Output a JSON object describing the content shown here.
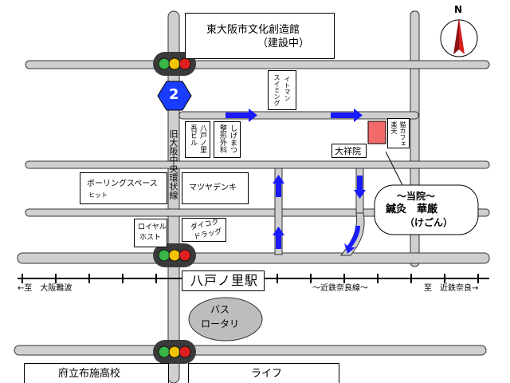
{
  "buildings": {
    "culture_center": {
      "line1": "東大阪市文化創造館",
      "line2": "（建設中）"
    },
    "bowling": {
      "line1": "ボーリングスペース",
      "line2": "ヒット"
    },
    "matsuya_denki": "マツヤデンキ",
    "royal_host": {
      "line1": "ロイヤル",
      "line2": "ホスト"
    },
    "daikoku_drug": {
      "line1": "ダイコク",
      "line2": "ドラッグ"
    },
    "itoman_sports": {
      "line1": "イトマン",
      "line2": "スイミング"
    },
    "hachinosato_bldg": {
      "line1": "八戸ノ里",
      "line2": "吾ビル"
    },
    "shigematsu_clinic": {
      "line1": "しげまつ",
      "line2": "整形外科"
    },
    "shinkin": {
      "line1": "猫カフェ",
      "line2": "楽天"
    },
    "taishoin": "大祥院",
    "fuko_school": "府立布施高校",
    "life": "ライフ"
  },
  "route_sign": "2",
  "old_road_label": "旧大阪中央環状線",
  "callout": {
    "line1": "～当院～",
    "line2": "鍼灸　華厳",
    "line3": "（けごん）"
  },
  "station": "八戸ノ里駅",
  "railway": {
    "left": "←至　大阪難波",
    "middle": "～近鉄奈良線～",
    "right": "至　近鉄奈良→"
  },
  "bus_rotary": {
    "line1": "バス",
    "line2": "ロータリ"
  },
  "north": "N",
  "colors": {
    "road": "#cfcfcf",
    "arrow": "#1a1aff",
    "clinic": "#f26a6a",
    "traffic_green": "#39b54a",
    "traffic_yellow": "#f2c300",
    "traffic_red": "#e02020",
    "route_sign": "#1a3cff",
    "rotary": "#bdbdbd",
    "compass_red": "#d42020"
  }
}
